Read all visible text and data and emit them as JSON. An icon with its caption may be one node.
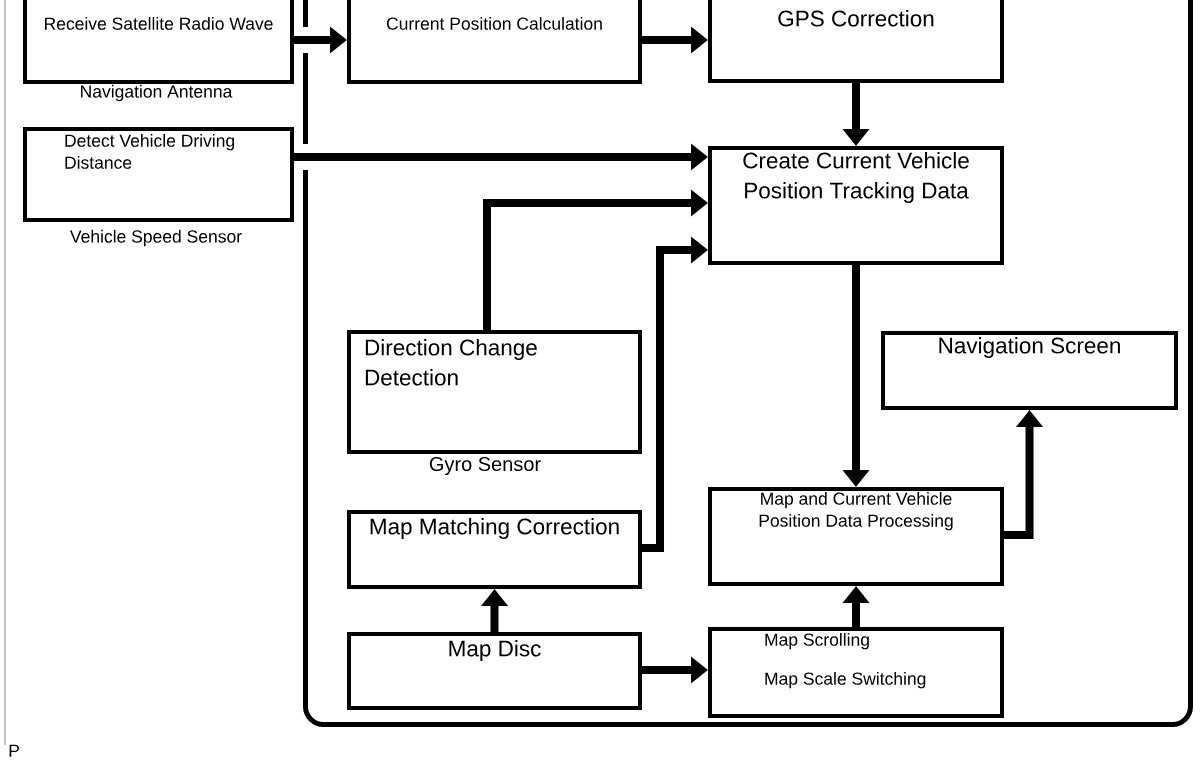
{
  "diagram": {
    "nodes": [
      {
        "text": [
          "Receive Satellite Radio Wave"
        ],
        "beside": [
          "Navigation Antenna"
        ]
      },
      {
        "text": [],
        "shape": "box"
      },
      {
        "text": [
          "Current Position Calculation"
        ],
        "in": 1
      },
      {
        "text": [
          "GPS Correction"
        ],
        "in": 1
      },
      {
        "text": [
          "Detect Vehicle Driving Distance"
        ],
        "beside": [
          "Vehicle Speed Sensor"
        ]
      },
      {
        "text": [
          "Create Current Vehicle Position Tracking Data"
        ],
        "in": 1
      },
      {
        "text": [
          "Direction Change Detection"
        ],
        "beside": [
          "Gyro Sensor"
        ],
        "in": 1
      },
      {
        "text": [
          "Navigation Screen"
        ],
        "in": 1
      },
      {
        "text": [
          "Map Matching Correction"
        ],
        "in": 1
      },
      {
        "text": [
          "Map and Current Vehicle Position Data Processing"
        ],
        "in": 1
      },
      {
        "text": [
          "Map Disc"
        ],
        "in": 1
      },
      {
        "text": [
          "Map Scrolling",
          "Map Scale Switching"
        ],
        "in": 1
      }
    ],
    "edges": [
      {
        "from": 0,
        "to": 2,
        "arrow": "to"
      },
      {
        "from": 2,
        "to": 3,
        "arrow": "to"
      },
      {
        "from": 3,
        "to": 5,
        "arrow": "to"
      },
      {
        "from": 4,
        "to": 5,
        "arrow": "to"
      },
      {
        "from": 6,
        "to": 5,
        "arrow": "to"
      },
      {
        "from": 8,
        "to": 5,
        "arrow": "to"
      },
      {
        "from": 5,
        "to": 9,
        "arrow": "to"
      },
      {
        "from": 9,
        "to": 7,
        "arrow": "to"
      },
      {
        "from": 10,
        "to": 8,
        "arrow": "to"
      },
      {
        "from": 10,
        "to": 11,
        "arrow": "to"
      },
      {
        "from": 11,
        "to": 9,
        "arrow": "to"
      }
    ],
    "labels": [
      "P"
    ]
  }
}
